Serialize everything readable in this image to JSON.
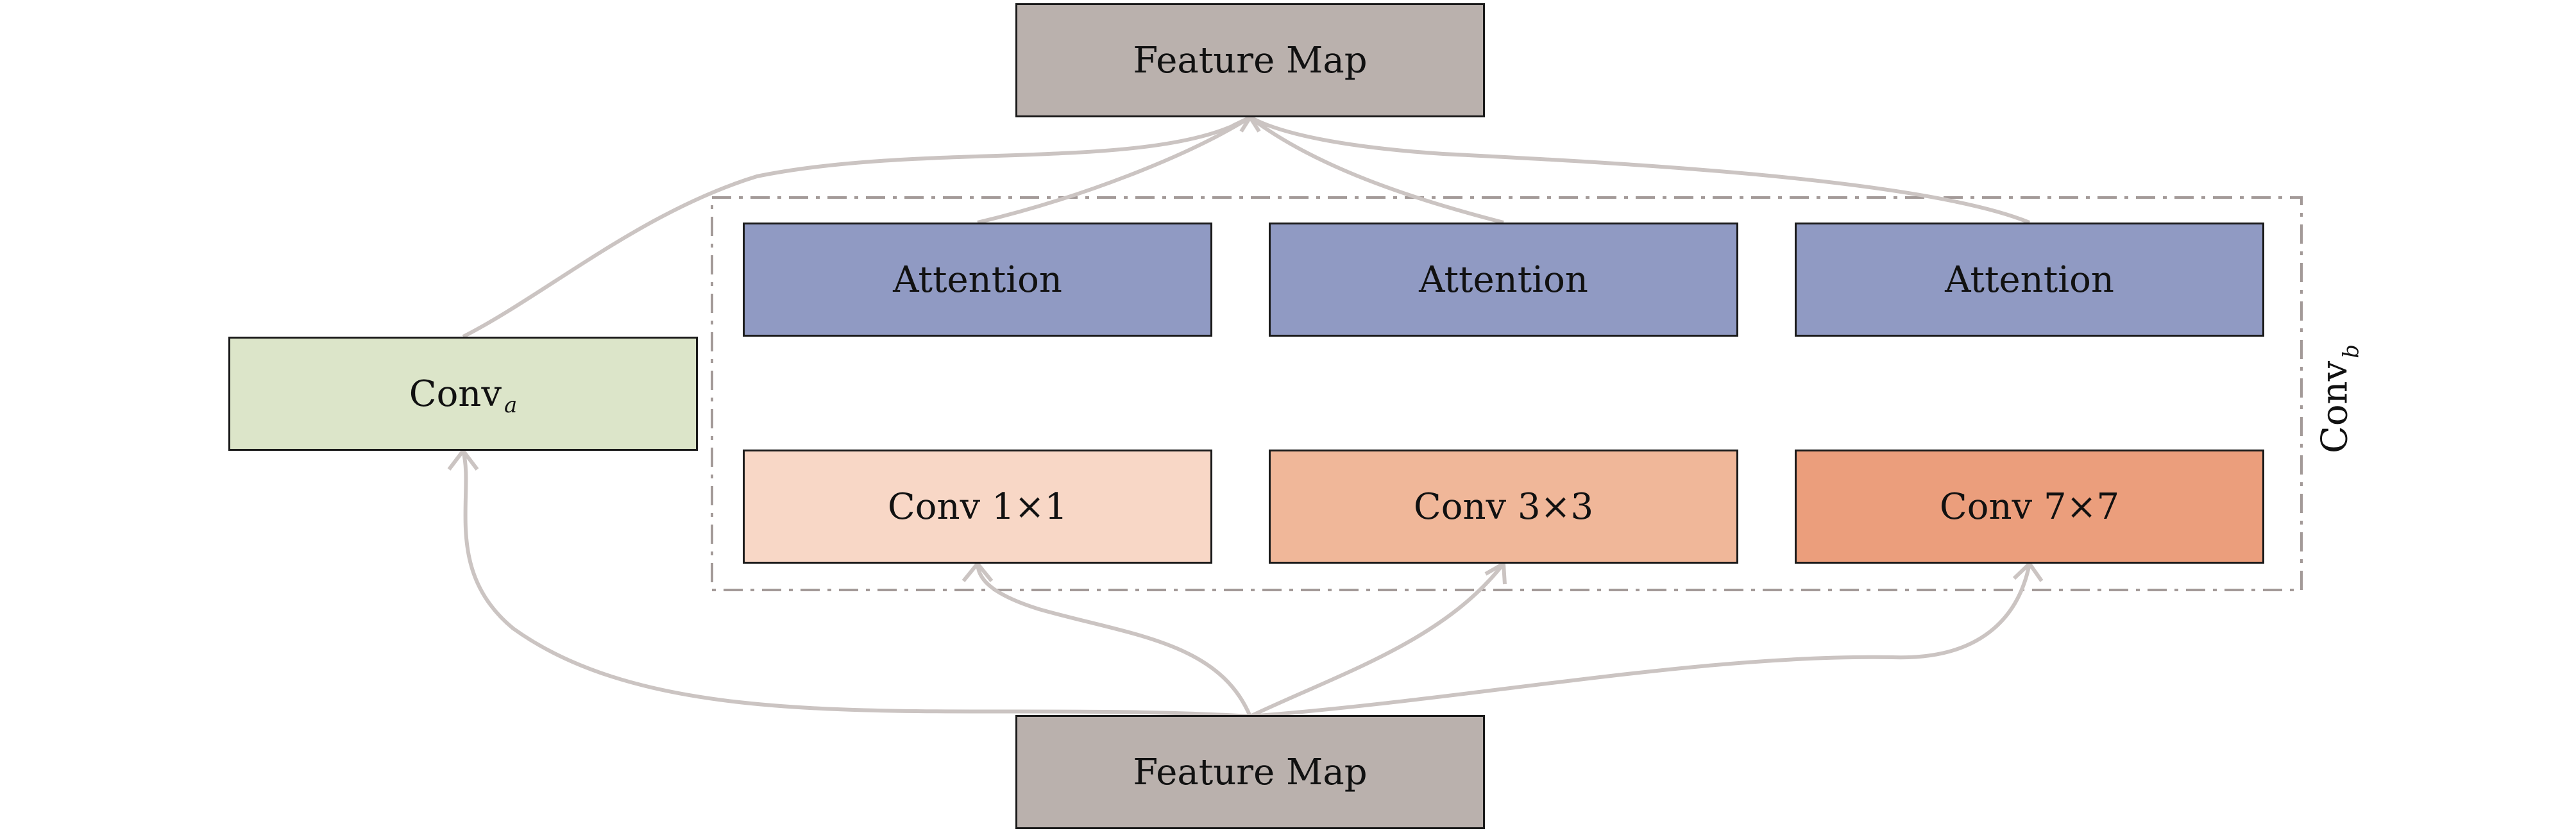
{
  "nodes": {
    "feature_map_top": {
      "label": "Feature Map"
    },
    "feature_map_bottom": {
      "label": "Feature Map"
    },
    "attention_1": {
      "label": "Attention"
    },
    "attention_2": {
      "label": "Attention"
    },
    "attention_3": {
      "label": "Attention"
    },
    "conv_1x1": {
      "label": "Conv 1×1"
    },
    "conv_3x3": {
      "label": "Conv 3×3"
    },
    "conv_7x7": {
      "label": "Conv 7×7"
    },
    "conv_a": {
      "label": "Conv",
      "subscript": "a"
    }
  },
  "group": {
    "label": "Conv",
    "subscript": "b"
  },
  "colors": {
    "feature_map": "#bab1ad",
    "attention": "#909ac3",
    "conv_1x1": "#f8d7c6",
    "conv_3x3": "#f0b799",
    "conv_7x7": "#eb9e7c",
    "conv_a": "#dce5c9",
    "edge": "#cbc4c2",
    "group_border": "#a39a98"
  },
  "edges": [
    {
      "from": "feature_map_bottom",
      "to": "conv_a"
    },
    {
      "from": "feature_map_bottom",
      "to": "conv_1x1"
    },
    {
      "from": "feature_map_bottom",
      "to": "conv_3x3"
    },
    {
      "from": "feature_map_bottom",
      "to": "conv_7x7"
    },
    {
      "from": "conv_a",
      "to": "feature_map_top"
    },
    {
      "from": "attention_1",
      "to": "feature_map_top"
    },
    {
      "from": "attention_2",
      "to": "feature_map_top"
    },
    {
      "from": "attention_3",
      "to": "feature_map_top"
    }
  ]
}
